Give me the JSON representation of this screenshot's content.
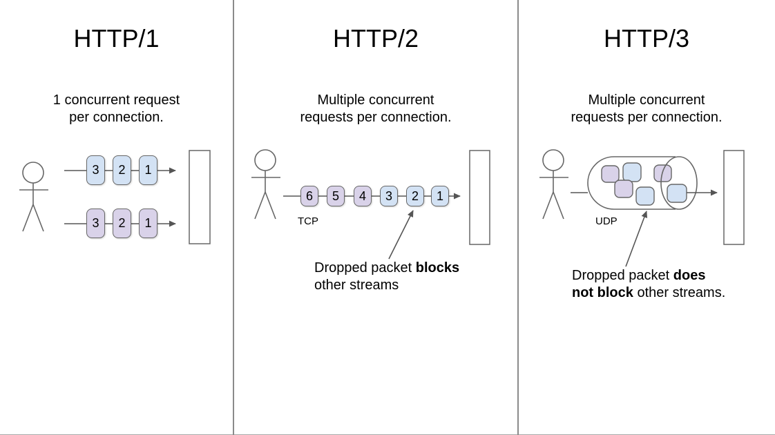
{
  "colors": {
    "packet_blue": "#d3e2f4",
    "packet_purple": "#d9d2e9",
    "shape_stroke": "#666666",
    "arrow_stroke": "#555555",
    "divider_gray": "#8a8a8a"
  },
  "http1": {
    "title": "HTTP/1",
    "subtitle": "1 concurrent request\nper connection.",
    "row1_packets": [
      "3",
      "2",
      "1"
    ],
    "row2_packets": [
      "3",
      "2",
      "1"
    ]
  },
  "http2": {
    "title": "HTTP/2",
    "subtitle": "Multiple concurrent\nrequests per connection.",
    "protocol_label": "TCP",
    "packets": [
      "6",
      "5",
      "4",
      "3",
      "2",
      "1"
    ],
    "annotation": {
      "pre": "Dropped packet ",
      "bold": "blocks",
      "post": "\nother streams"
    }
  },
  "http3": {
    "title": "HTTP/3",
    "subtitle": "Multiple concurrent\nrequests per connection.",
    "protocol_label": "UDP",
    "annotation": {
      "pre": "Dropped packet ",
      "bold": "does\nnot block",
      "post": " other streams."
    }
  }
}
